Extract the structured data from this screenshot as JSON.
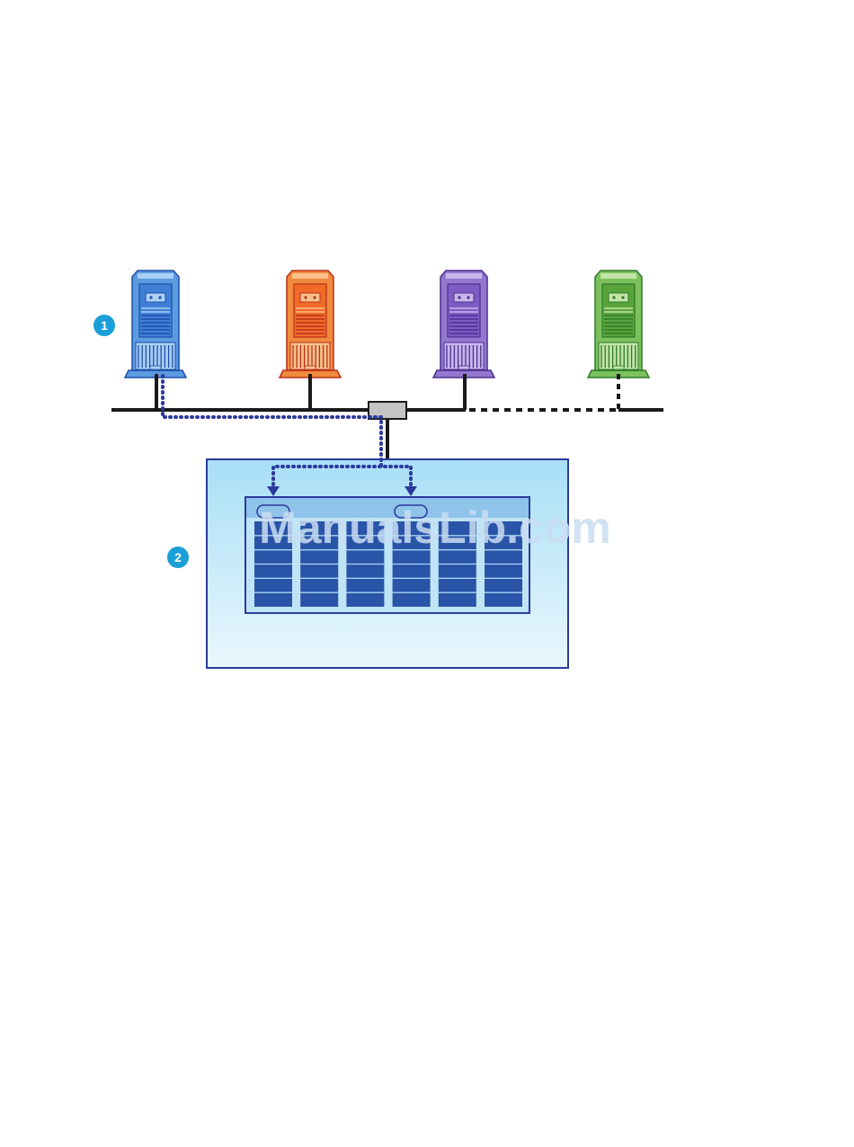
{
  "callouts": [
    {
      "label": "1"
    },
    {
      "label": "2"
    }
  ],
  "watermark": {
    "text": "ManualsLib.com"
  },
  "servers": [
    {
      "name": "server-blue",
      "body": "#5b9be0",
      "dark": "#1f4fa8",
      "light": "#a9d0f5",
      "screen": "#3f7fd6"
    },
    {
      "name": "server-orange",
      "body": "#f08a3c",
      "dark": "#b8311c",
      "light": "#f9c08a",
      "screen": "#f26a28"
    },
    {
      "name": "server-purple",
      "body": "#9478d0",
      "dark": "#4c2f8e",
      "light": "#c8b6ec",
      "screen": "#7d5cc4"
    },
    {
      "name": "server-green",
      "body": "#7cc15e",
      "dark": "#2e7a2a",
      "light": "#c3e4a8",
      "screen": "#5aa43c"
    }
  ],
  "colors": {
    "network_line": "#1a1a1a",
    "data_path": "#2c3a9c",
    "switch_fill": "#c4c4c4",
    "storage_panel_top": "#a8dff6",
    "storage_panel_bottom": "#e9f7fd",
    "storage_panel_border": "#2c3a9c",
    "disk_block": "#2a54a8",
    "callout_fill": "#1a9fd8",
    "watermark": "#c9ddf2"
  },
  "storage_array": {
    "columns": 6,
    "rows_per_column": 6
  }
}
